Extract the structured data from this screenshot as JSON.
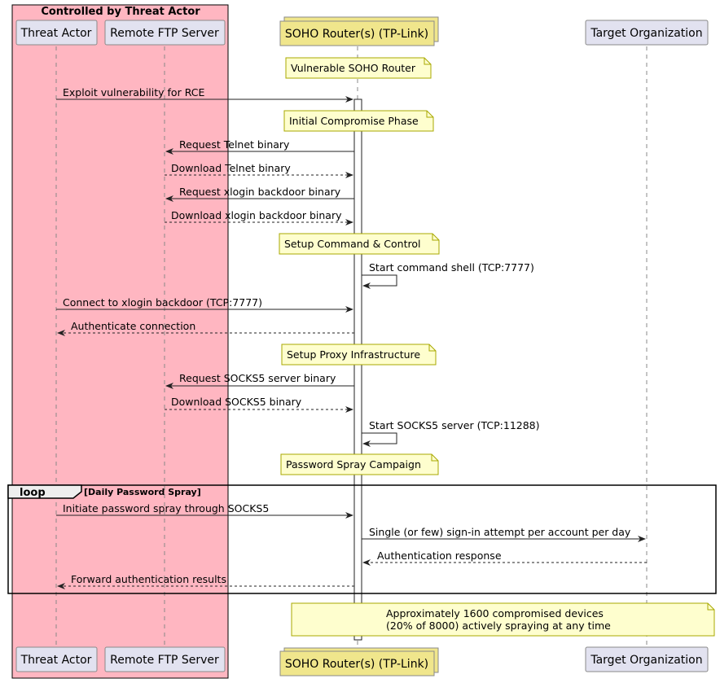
{
  "group": {
    "title": "Controlled by Threat Actor",
    "color": "#ffb6c1"
  },
  "participants": {
    "threat_actor": "Threat Actor",
    "remote_ftp": "Remote FTP Server",
    "soho": "SOHO Router(s) (TP-Link)",
    "target": "Target Organization"
  },
  "notes": {
    "vulnerable": "Vulnerable SOHO Router",
    "initial": "Initial Compromise Phase",
    "c2": "Setup Command & Control",
    "proxy": "Setup Proxy Infrastructure",
    "spray": "Password Spray Campaign",
    "final_line1": "Approximately 1600 compromised devices",
    "final_line2": "(20% of 8000) actively spraying at any time"
  },
  "messages": {
    "m1": "Exploit vulnerability for RCE",
    "m2": "Request Telnet binary",
    "m3": "Download Telnet binary",
    "m4": "Request xlogin backdoor binary",
    "m5": "Download xlogin backdoor binary",
    "m6": "Start command shell (TCP:7777)",
    "m7": "Connect to xlogin backdoor (TCP:7777)",
    "m8": "Authenticate connection",
    "m9": "Request SOCKS5 server binary",
    "m10": "Download SOCKS5 binary",
    "m11": "Start SOCKS5 server (TCP:11288)",
    "m12": "Initiate password spray through SOCKS5",
    "m13": "Single (or few) sign-in attempt per account per day",
    "m14": "Authentication response",
    "m15": "Forward authentication results"
  },
  "loop": {
    "keyword": "loop",
    "condition": "[Daily Password Spray]"
  },
  "colors": {
    "participant_fill": "#e2e2f0",
    "soho_fill": "#f0e68c",
    "note_fill": "#fefece",
    "note_border": "#a8a800",
    "lifeline": "#888888"
  }
}
